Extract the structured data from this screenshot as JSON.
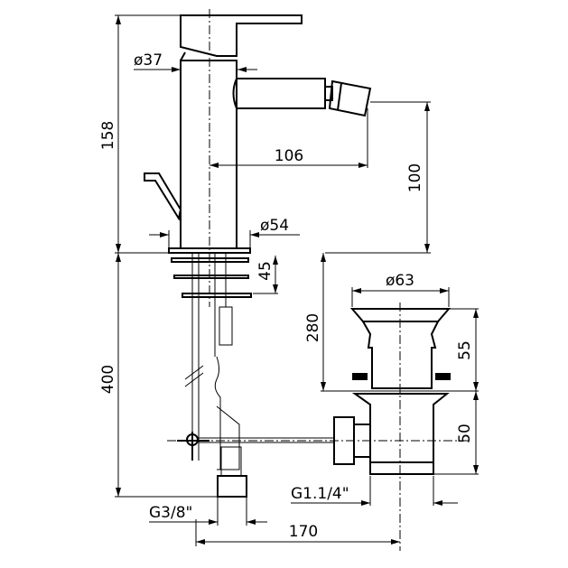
{
  "dimensions": {
    "spout_diameter": "ø37",
    "total_height": "158",
    "spout_reach": "106",
    "spout_height": "100",
    "base_diameter": "ø54",
    "plate_thickness": "45",
    "hose_length": "400",
    "waste_height": "280",
    "waste_diameter": "ø63",
    "waste_upper": "55",
    "waste_lower": "50",
    "waste_thread": "G1.1/4\"",
    "hose_thread": "G3/8\"",
    "rod_length": "170"
  }
}
